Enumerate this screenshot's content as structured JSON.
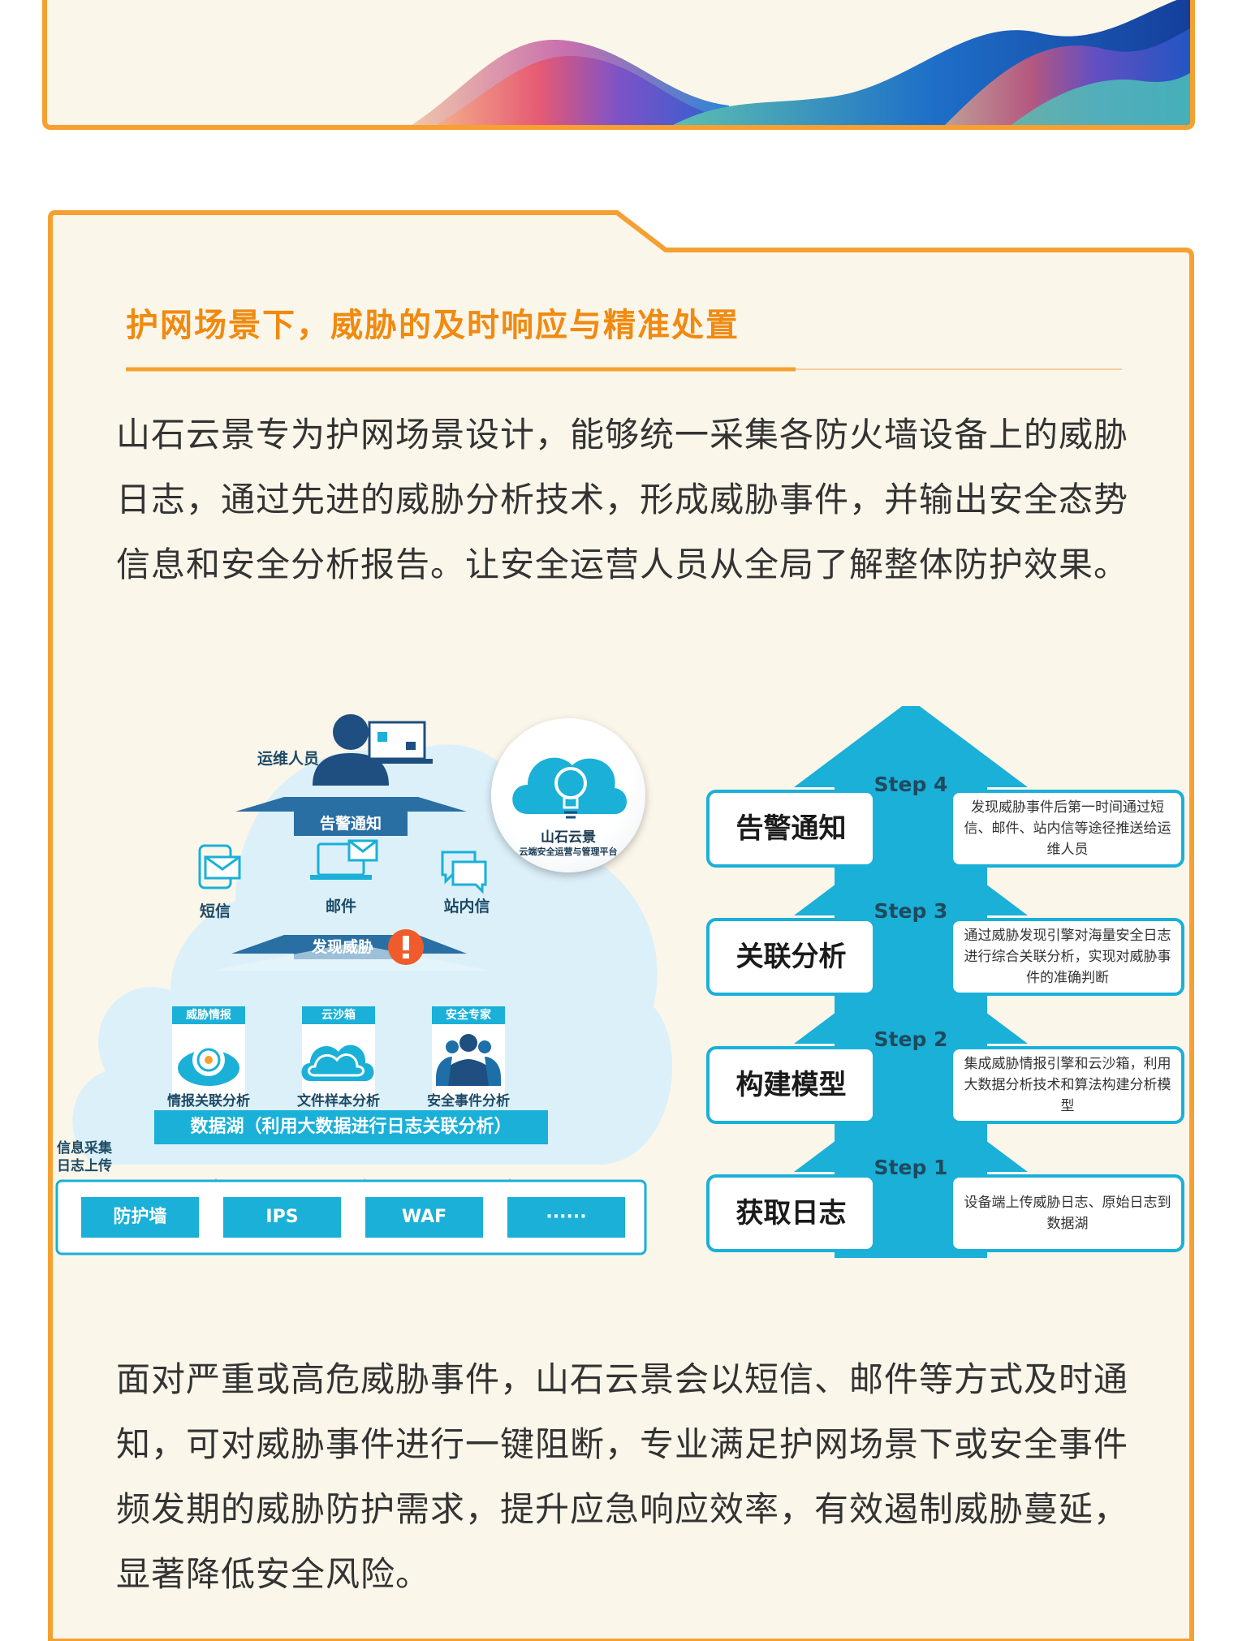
{
  "section": {
    "heading": "护网场景下，威胁的及时响应与精准处置",
    "intro": "山石云景专为护网场景设计，能够统一采集各防火墙设备上的威胁日志，通过先进的威胁分析技术，形成威胁事件，并输出安全态势信息和安全分析报告。让安全运营人员从全局了解整体防护效果。",
    "outro": "面对严重或高危威胁事件，山石云景会以短信、邮件等方式及时通知，可对威胁事件进行一键阻断，专业满足护网场景下或安全事件频发期的威胁防护需求，提升应急响应效率，有效遏制威胁蔓延，显著降低安全风险。"
  },
  "diagram": {
    "ops_person": "运维人员",
    "alert_banner": "告警通知",
    "channels": [
      "短信",
      "邮件",
      "站内信"
    ],
    "detect_banner": "发现威胁",
    "platform_name": "山石云景",
    "platform_sub": "云端安全运营与管理平台",
    "modules": [
      {
        "tag": "威胁情报",
        "caption": "情报关联分析"
      },
      {
        "tag": "云沙箱",
        "caption": "文件样本分析"
      },
      {
        "tag": "安全专家",
        "caption": "安全事件分析"
      }
    ],
    "datalake": "数据湖（利用大数据进行日志关联分析）",
    "collect_label_1": "信息采集",
    "collect_label_2": "日志上传",
    "devices": [
      "防护墙",
      "IPS",
      "WAF",
      "······"
    ]
  },
  "steps": [
    {
      "tag": "Step 4",
      "label": "告警通知",
      "desc": "发现威胁事件后第一时间通过短信、邮件、站内信等途径推送给运维人员"
    },
    {
      "tag": "Step 3",
      "label": "关联分析",
      "desc": "通过威胁发现引擎对海量安全日志进行综合关联分析，实现对威胁事件的准确判断"
    },
    {
      "tag": "Step 2",
      "label": "构建模型",
      "desc": "集成威胁情报引擎和云沙箱，利用大数据分析技术和算法构建分析模型"
    },
    {
      "tag": "Step 1",
      "label": "获取日志",
      "desc": "设备端上传威胁日志、原始日志到数据湖"
    }
  ],
  "colors": {
    "accent": "#f5a030",
    "heading": "#f08a10",
    "cyan": "#1ab0d8",
    "card_bg": "#fbf6ea"
  }
}
